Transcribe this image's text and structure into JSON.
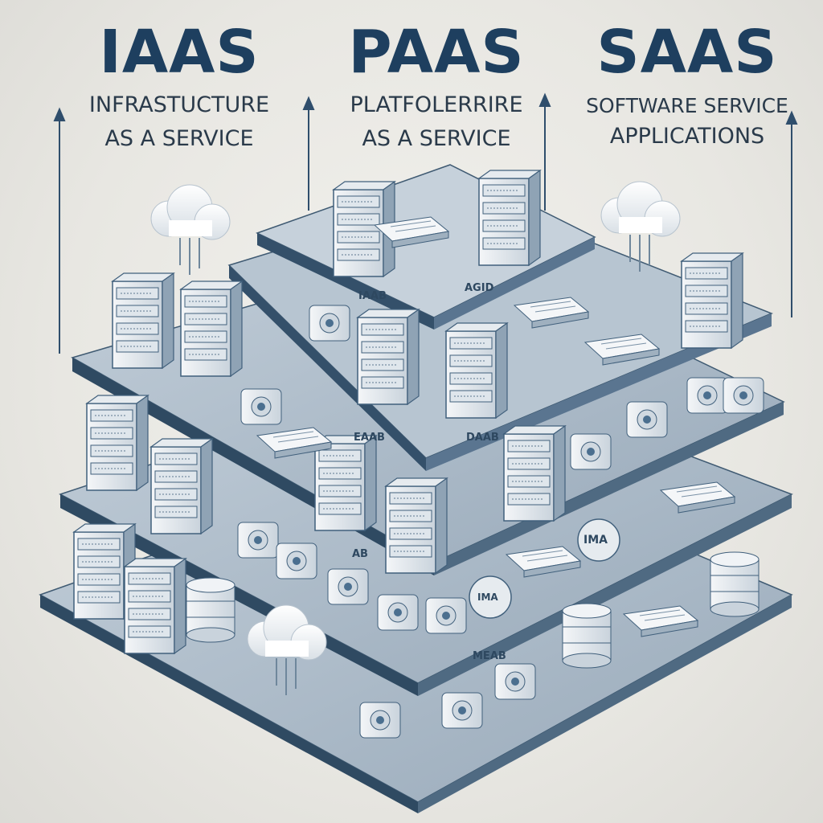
{
  "columns": [
    {
      "acronym": "IAAS",
      "line1": "INFRASTUCTURE",
      "line2": "AS A SERVICE"
    },
    {
      "acronym": "PAAS",
      "line1": "PLATFOLERRIRE",
      "line2": "AS A SERVICE"
    },
    {
      "acronym": "SAAS",
      "line1": "SOFTWARE SERVICE",
      "line2": "APPLICATIONS"
    }
  ],
  "platform_labels": {
    "top": "IAAB",
    "top_right": "AGID",
    "layer2": "EAAB",
    "layer2_right": "DAAB",
    "layer3": "AB",
    "layer4": "MEAB",
    "badge": "IMA"
  },
  "colors": {
    "title": "#1e3f5f",
    "platform_top": "#a9b8c6",
    "platform_side": "#3f5a72",
    "server": "#e9eef2",
    "accent": "#4b6f8f"
  },
  "icons": [
    "cloud-icon",
    "server-rack-icon",
    "database-icon",
    "laptop-icon",
    "document-icon",
    "keyboard-icon",
    "monitor-icon"
  ]
}
